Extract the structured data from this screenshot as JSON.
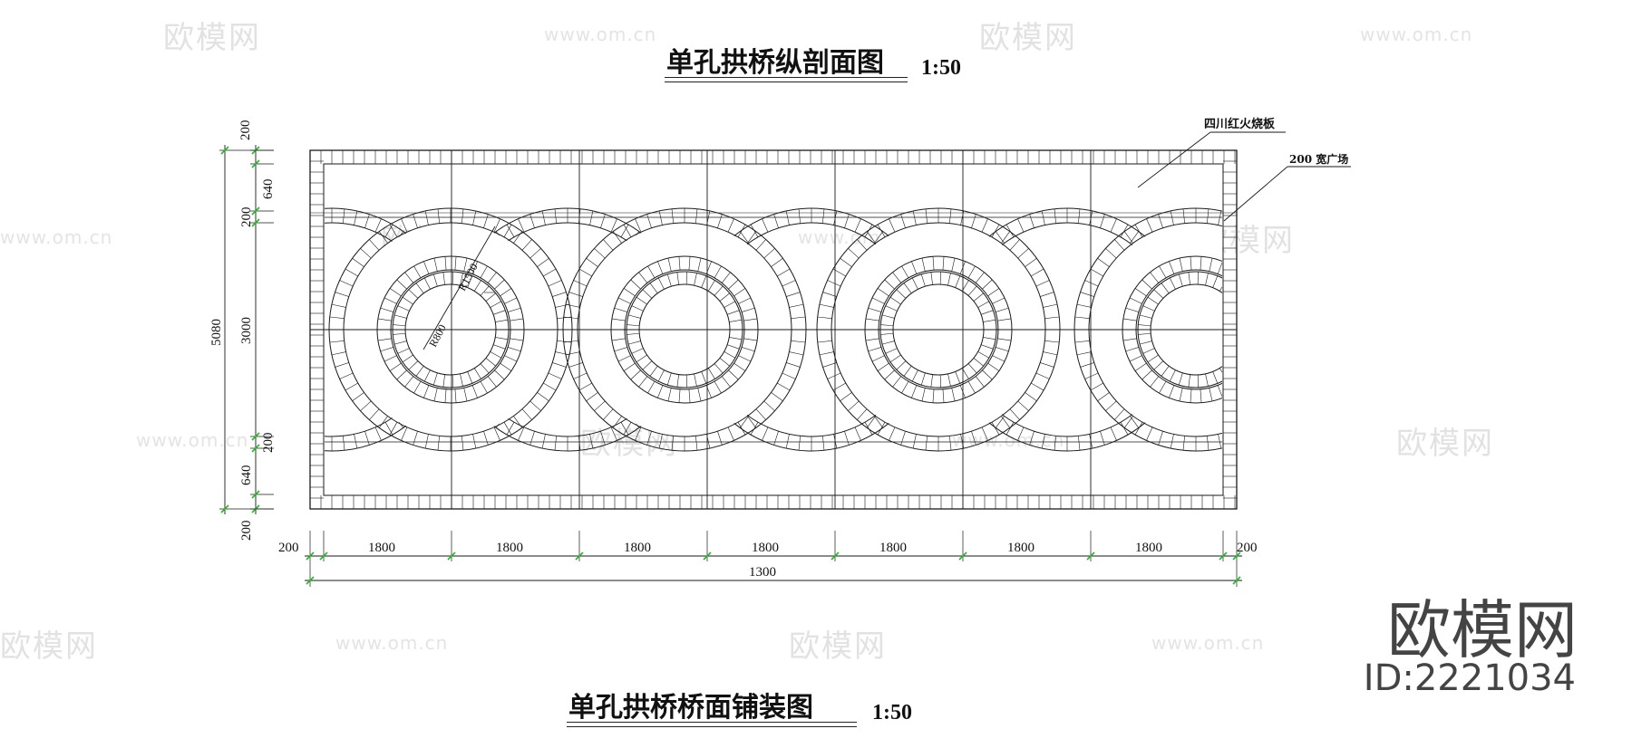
{
  "titles": {
    "main": "单孔拱桥纵剖面图",
    "main_scale": "1:50",
    "bottom": "单孔拱桥桥面铺装图",
    "bottom_scale": "1:50"
  },
  "labels": {
    "stone": "四川红火烧板",
    "border": "200 宽广场"
  },
  "radii": {
    "outer": "R1500",
    "inner": "R800"
  },
  "dims": {
    "horizontal": [
      "200",
      "1800",
      "1800",
      "1800",
      "1800",
      "1800",
      "1800",
      "1800",
      "200"
    ],
    "horizontal_total": "1300",
    "vertical_left": [
      "200",
      "640",
      "200",
      "3000",
      "200",
      "640",
      "200"
    ],
    "vertical_total": "5080"
  },
  "watermark": {
    "brand": "欧模网",
    "url": "www.om.cn",
    "id": "ID:2221034"
  },
  "colors": {
    "line": "#1a1a1a",
    "dim_tick": "#22bb22",
    "watermark": "#e2e2e2"
  }
}
